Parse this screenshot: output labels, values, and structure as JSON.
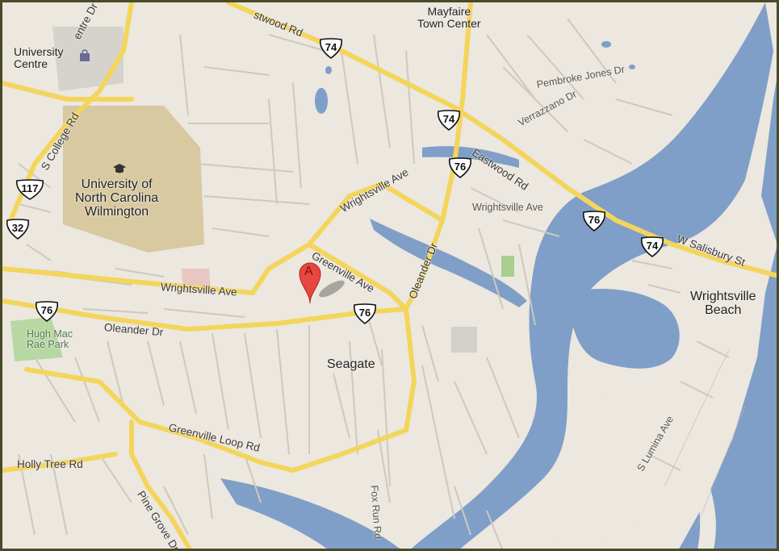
{
  "map": {
    "marker": {
      "label": "A",
      "color": "#e8473f"
    },
    "colors": {
      "land": "#ece7df",
      "water": "#7f9fc8",
      "major_road": "#f7e07a",
      "minor_road": "#cfc8bd",
      "campus": "#d9c9a0",
      "park": "#b7d7a3"
    },
    "places": {
      "mayfaire": "Mayfaire\nTown Center",
      "university_centre": "University\nCentre",
      "uncw": "University of\nNorth Carolina\nWilmington",
      "seagate": "Seagate",
      "wrightsville_beach": "Wrightsville\nBeach",
      "hugh_mac_rae_park": "Hugh Mac\nRae Park"
    },
    "roads": {
      "eastwood_rd_top": "stwood Rd",
      "eastwood_rd": "Eastwood Rd",
      "college_rd": "S College Rd",
      "centre_dr": "entre Dr",
      "wrightsville_ave_north": "Wrightsville Ave",
      "wrightsville_ave_east": "Wrightsville Ave",
      "wrightsville_ave_west": "Wrightsville Ave",
      "greenville_ave": "Greenville Ave",
      "oleander_dr_east": "Oleander Dr",
      "oleander_dr_west": "Oleander Dr",
      "greenville_loop_rd": "Greenville Loop Rd",
      "holly_tree_rd": "Holly Tree Rd",
      "pine_grove_dr": "Pine Grove Dr",
      "fox_run_rd": "Fox Run Rd",
      "pembroke_jones_dr": "Pembroke Jones Dr",
      "verrazzano_dr": "Verrazzano Dr",
      "w_salisbury_st": "W Salisbury St",
      "s_lumina_ave": "S Lumina Ave"
    },
    "shields": {
      "us74_top": "74",
      "us74_mid": "74",
      "us76_mid": "76",
      "us76_east": "76",
      "us74_east": "74",
      "us76_center": "76",
      "us76_west": "76",
      "us117": "117",
      "us132": "32"
    }
  }
}
